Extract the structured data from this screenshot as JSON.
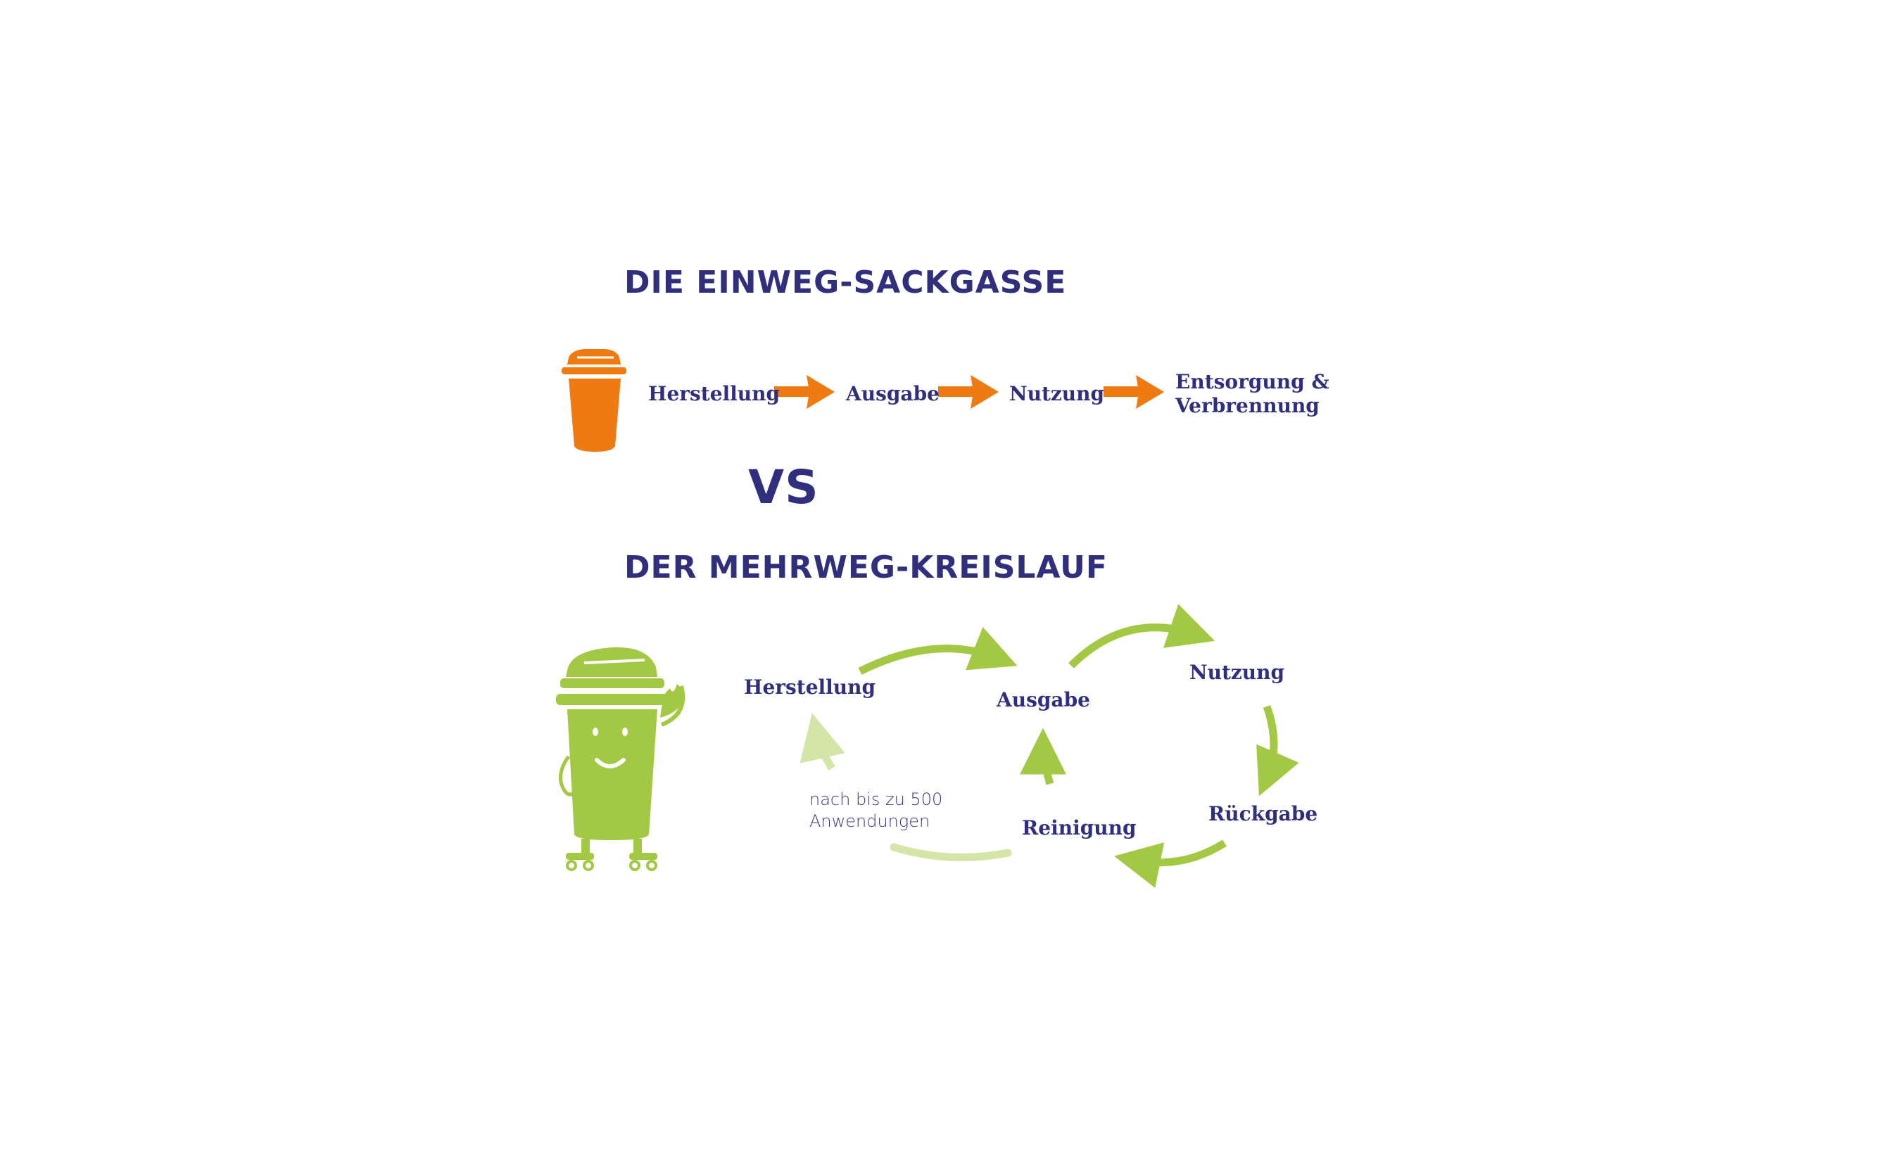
{
  "einweg": {
    "title": "DIE EINWEG-SACKGASSE",
    "steps": [
      "Herstellung",
      "Ausgabe",
      "Nutzung",
      "Entsorgung &",
      "Verbrennung"
    ]
  },
  "vs_label": "VS",
  "mehrweg": {
    "title": "DER MEHRWEG-KREISLAUF",
    "steps": {
      "herstellung": "Herstellung",
      "ausgabe": "Ausgabe",
      "nutzung": "Nutzung",
      "rueckgabe": "Rückgabe",
      "reinigung": "Reinigung"
    },
    "note_line1": "nach bis zu 500",
    "note_line2": "Anwendungen"
  },
  "colors": {
    "text": "#2f2f7e",
    "einweg_accent": "#ef7a12",
    "mehrweg_accent": "#a3c843",
    "mehrweg_faded": "#d3e6a8"
  },
  "icons": {
    "einweg": "disposable-cup-icon",
    "mehrweg": "reusable-cup-mascot-icon"
  }
}
